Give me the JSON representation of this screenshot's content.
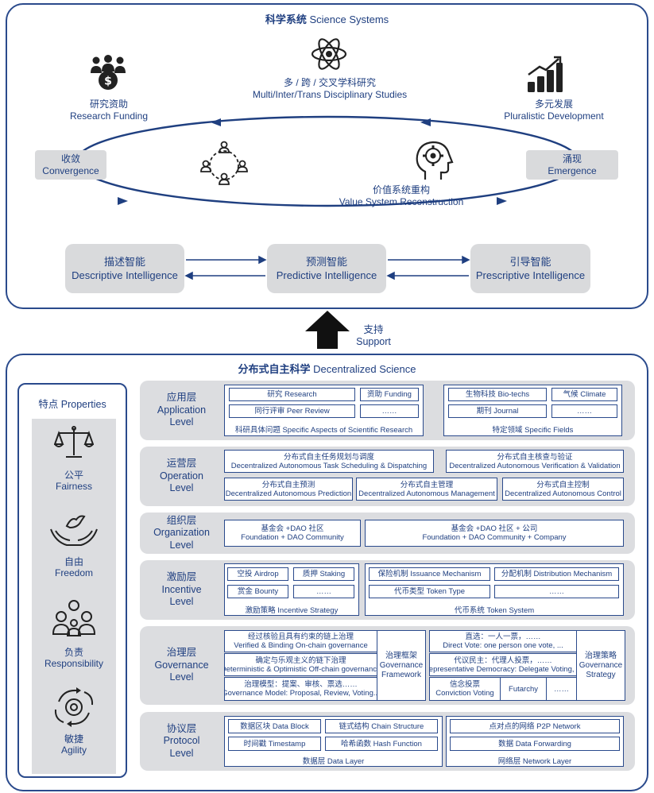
{
  "science": {
    "title_zh": "科学系统",
    "title_en": "Science Systems",
    "multi_zh": "多 / 跨 / 交叉学科研究",
    "multi_en": "Multi/Inter/Trans Disciplinary Studies",
    "funding_zh": "研究资助",
    "funding_en": "Research Funding",
    "pluralistic_zh": "多元发展",
    "pluralistic_en": "Pluralistic Development",
    "convergence_zh": "收敛",
    "convergence_en": "Convergence",
    "emergence_zh": "涌现",
    "emergence_en": "Emergence",
    "value_zh": "价值系统重构",
    "value_en": "Value System Reconstruction",
    "descriptive_zh": "描述智能",
    "descriptive_en": "Descriptive Intelligence",
    "predictive_zh": "预测智能",
    "predictive_en": "Predictive Intelligence",
    "prescriptive_zh": "引导智能",
    "prescriptive_en": "Prescriptive Intelligence"
  },
  "support": {
    "zh": "支持",
    "en": "Support"
  },
  "desci": {
    "title_zh": "分布式自主科学",
    "title_en": "Decentralized Science",
    "properties_title": "特点 Properties",
    "properties": [
      {
        "zh": "公平",
        "en": "Fairness",
        "icon": "scales-icon"
      },
      {
        "zh": "自由",
        "en": "Freedom",
        "icon": "dove-hands-icon"
      },
      {
        "zh": "负责",
        "en": "Responsibility",
        "icon": "people-chat-icon"
      },
      {
        "zh": "敏捷",
        "en": "Agility",
        "icon": "gear-cycle-icon"
      }
    ],
    "layers": {
      "application": {
        "zh": "应用层",
        "en1": "Application",
        "en2": "Level",
        "research": "研究 Research",
        "funding": "资助 Funding",
        "peer": "同行评审 Peer Review",
        "more1": "……",
        "caption_left": "科研具体问题 Specific Aspects of Scientific Research",
        "biotech": "生物科技 Bio-techs",
        "climate": "气候 Climate",
        "journal": "期刊 Journal",
        "more2": "……",
        "caption_right": "特定领域 Specific Fields"
      },
      "operation": {
        "zh": "运营层",
        "en1": "Operation",
        "en2": "Level",
        "sched_zh": "分布式自主任务规划与调度",
        "sched_en": "Decentralized Autonomous Task Scheduling & Dispatching",
        "verif_zh": "分布式自主核查与验证",
        "verif_en": "Decentralized Autonomous Verification & Validation",
        "pred_zh": "分布式自主预测",
        "pred_en": "Decentralized Autonomous Prediction",
        "mgmt_zh": "分布式自主管理",
        "mgmt_en": "Decentralized Autonomous Management",
        "ctrl_zh": "分布式自主控制",
        "ctrl_en": "Decentralized Autonomous Control"
      },
      "organization": {
        "zh": "组织层",
        "en1": "Organization",
        "en2": "Level",
        "left_zh": "基金会 +DAO 社区",
        "left_en": "Foundation + DAO Community",
        "right_zh": "基金会 +DAO 社区 + 公司",
        "right_en": "Foundation + DAO Community + Company"
      },
      "incentive": {
        "zh": "激励层",
        "en1": "Incentive",
        "en2": "Level",
        "airdrop": "空投 Airdrop",
        "staking": "质押 Staking",
        "bounty": "赏金 Bounty",
        "more1": "……",
        "caption_left": "激励策略 Incentive Strategy",
        "issuance": "保险机制 Issuance Mechanism",
        "distribution": "分配机制 Distribution Mechanism",
        "token_type": "代币类型 Token Type",
        "more2": "……",
        "caption_right": "代币系统 Token System"
      },
      "governance": {
        "zh": "治理层",
        "en1": "Governance",
        "en2": "Level",
        "onchain_zh": "经过核验且具有约束的链上治理",
        "onchain_en": "Verified & Binding On-chain governance",
        "offchain_zh": "确定与乐观主义的链下治理",
        "offchain_en": "Deterministic & Optimistic Off-chain governance",
        "model_zh": "治理模型：提案、审核、票选……",
        "model_en": "Governance Model: Proposal, Review, Voting...",
        "framework_zh": "治理框架",
        "framework_en1": "Governance",
        "framework_en2": "Framework",
        "direct_zh": "直选：一人一票，……",
        "direct_en": "Direct Vote: one person one vote, ...",
        "rep_zh": "代议民主：代理人投票，……",
        "rep_en": "Representative Democracy: Delegate Voting, ...",
        "conviction_zh": "信念投票",
        "conviction_en": "Conviction Voting",
        "futarchy": "Futarchy",
        "more": "……",
        "strategy_zh": "治理策略",
        "strategy_en1": "Governance",
        "strategy_en2": "Strategy"
      },
      "protocol": {
        "zh": "协议层",
        "en1": "Protocol",
        "en2": "Level",
        "block": "数据区块 Data Block",
        "chain": "链式结构 Chain Structure",
        "timestamp": "时间戳 Timestamp",
        "hash": "哈希函数 Hash Function",
        "caption_left": "数据层 Data Layer",
        "p2p": "点对点的网络 P2P Network",
        "forwarding": "数据 Data Forwarding",
        "caption_right": "网络层 Network Layer"
      }
    }
  }
}
